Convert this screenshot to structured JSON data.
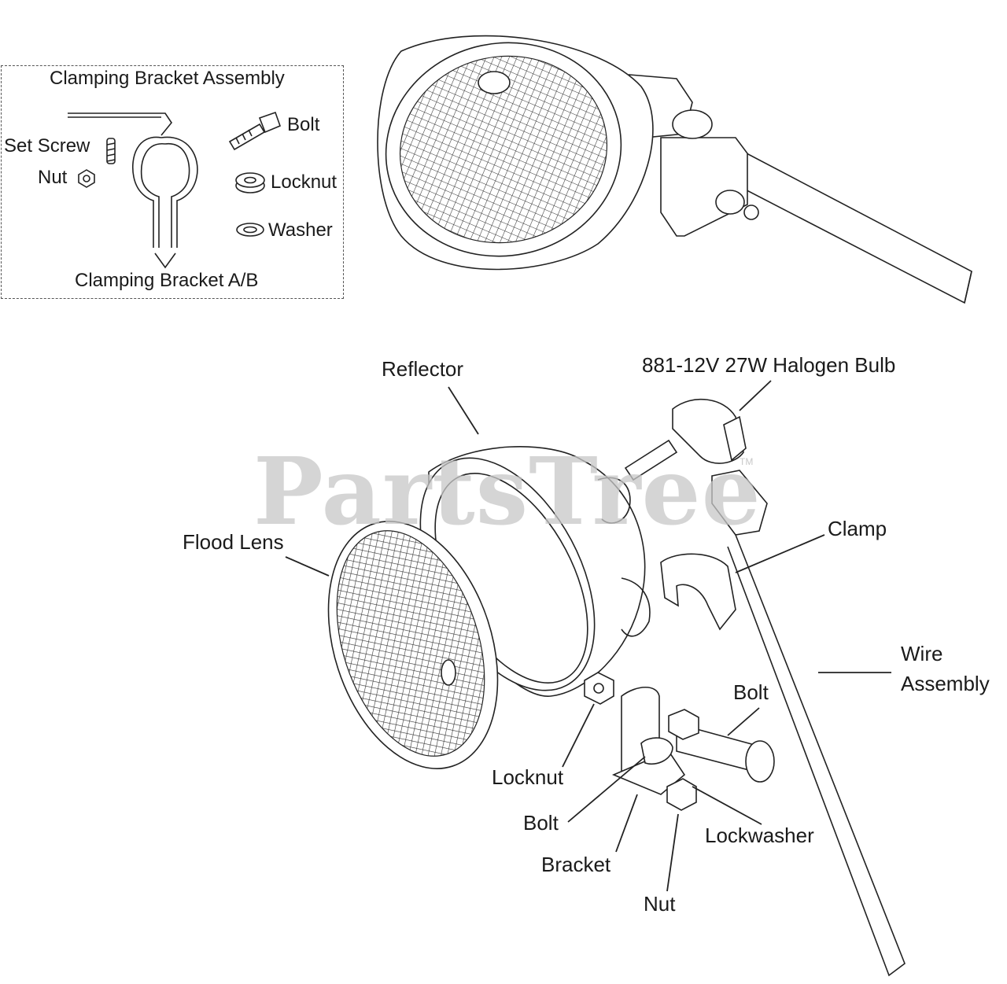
{
  "watermark": {
    "text": "PartsTree",
    "trademark": "TM"
  },
  "inset": {
    "title": "Clamping Bracket Assembly",
    "labels": {
      "set_screw": "Set Screw",
      "nut": "Nut",
      "bolt": "Bolt",
      "locknut": "Locknut",
      "washer": "Washer",
      "clamping_bracket": "Clamping Bracket A/B"
    }
  },
  "callouts": {
    "reflector": "Reflector",
    "bulb": "881-12V 27W Halogen Bulb",
    "flood_lens": "Flood Lens",
    "clamp": "Clamp",
    "wire_assembly_line1": "Wire",
    "wire_assembly_line2": "Assembly",
    "bolt_right": "Bolt",
    "locknut": "Locknut",
    "bolt_left": "Bolt",
    "lockwasher": "Lockwasher",
    "bracket": "Bracket",
    "nut": "Nut"
  }
}
